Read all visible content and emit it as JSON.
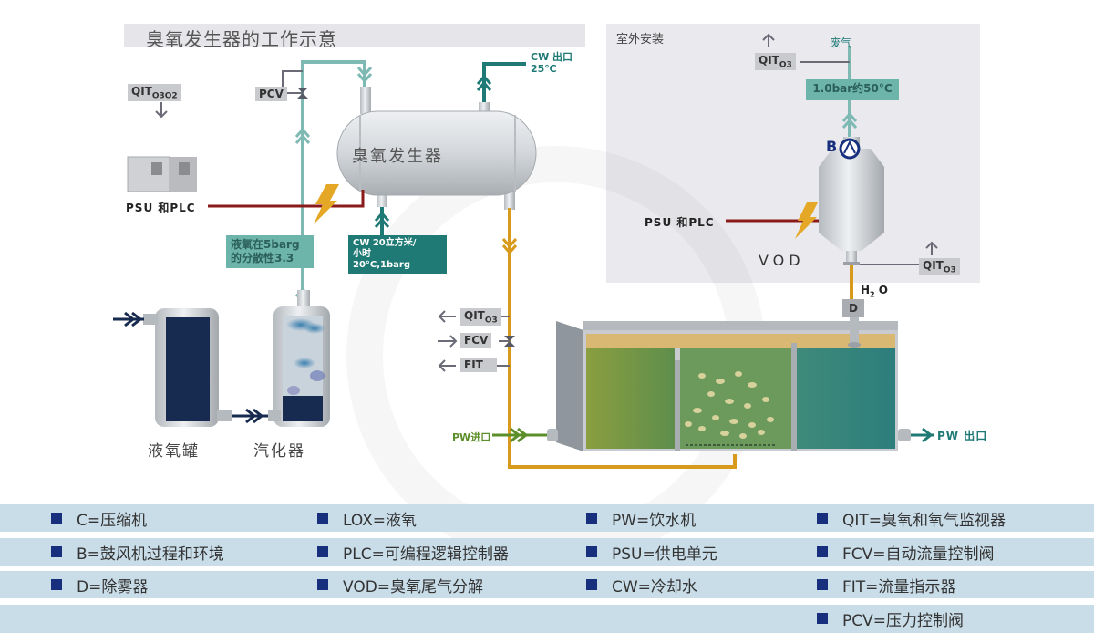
{
  "title": "臭氧发生器的工作示意",
  "outdoor_label": "室外安装",
  "generator_label": "臭氧发生器",
  "labels": {
    "qit_o3o2": "QIT",
    "qit_o3o2_sub": "O3O2",
    "pcv": "PCV",
    "cw_out_line1": "CW 出口",
    "cw_out_line2": "25℃",
    "psu_plc_left": "PSU 和PLC",
    "lox_box_line1": "液氧在5barg",
    "lox_box_line2": "的分散性3.3",
    "cw_in_line1": "CW 20立方米/",
    "cw_in_line2": "小时",
    "cw_in_line3": "20°C,1barg",
    "waste_gas": "废气",
    "qit_o3_top": "QIT",
    "qit_o3_top_sub": "O3",
    "pressure_box": "1.0bar约50°C",
    "blower": "B",
    "psu_plc_right": "PSU 和PLC",
    "vod": "VOD",
    "qit_o3_right": "QIT",
    "qit_o3_right_sub": "O3",
    "h2o": "H",
    "h2o_sub": "2",
    "h2o_end": " O",
    "demister": "D",
    "qit_o3_left": "QIT",
    "qit_o3_left_sub": "O3",
    "fcv": "FCV",
    "fit": "FIT",
    "pw_in": "PW进口",
    "pw_out": "PW 出口",
    "lox_tank": "液氧罐",
    "vaporizer": "汽化器"
  },
  "colors": {
    "teal_pipe": "#7fb9b3",
    "dark_teal": "#1f7a76",
    "orange_pipe": "#d89a1c",
    "red_wire": "#8b1a1a",
    "navy": "#172f7d",
    "legend_bg": "#c9dde9",
    "pw_green": "#5c8f2a"
  },
  "legend": {
    "rows": [
      [
        "C=压缩机",
        "LOX=液氧",
        "PW=饮水机",
        "QIT=臭氧和氧气监视器"
      ],
      [
        "B=鼓风机过程和环境",
        "PLC=可编程逻辑控制器",
        "PSU=供电单元",
        "FCV=自动流量控制阀"
      ],
      [
        "D=除雾器",
        "VOD=臭氧尾气分解",
        "CW=冷却水",
        "FIT=流量指示器"
      ],
      [
        "",
        "",
        "",
        "PCV=压力控制阀"
      ]
    ]
  }
}
